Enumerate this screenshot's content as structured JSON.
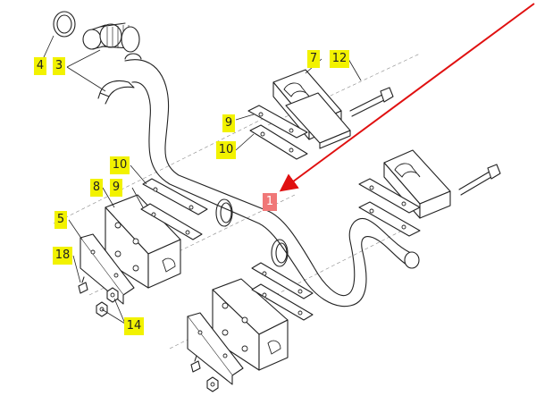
{
  "colors": {
    "callout_background": "#f2f200",
    "highlight_background": "#f07878",
    "pointer_arrow": "#e01010",
    "linework": "#222222"
  },
  "callouts": {
    "c1": "1",
    "c3": "3",
    "c4": "4",
    "c5": "5",
    "c7": "7",
    "c8": "8",
    "c9a": "9",
    "c9b": "9",
    "c10a": "10",
    "c10b": "10",
    "c12": "12",
    "c14": "14",
    "c18": "18"
  },
  "highlighted_part": "1"
}
